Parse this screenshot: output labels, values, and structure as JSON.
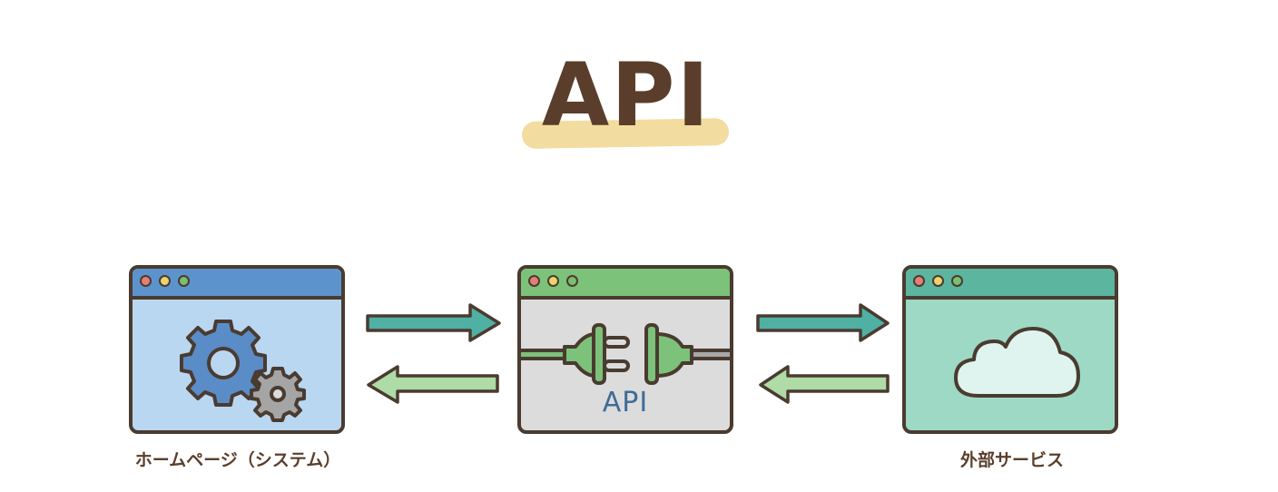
{
  "title": "API",
  "nodes": [
    {
      "id": "homepage",
      "caption": "ホームページ（システム）",
      "icon": "gears-icon",
      "colors": {
        "bar": "#5d93cc",
        "body": "#b9d7f0"
      }
    },
    {
      "id": "api",
      "caption": "",
      "inner_label": "API",
      "icon": "plug-icon",
      "colors": {
        "bar": "#7cc27a",
        "body": "#dcdcdc"
      }
    },
    {
      "id": "external",
      "caption": "外部サービス",
      "icon": "cloud-icon",
      "colors": {
        "bar": "#5bb59f",
        "body": "#9ed9c6"
      }
    }
  ],
  "edges": [
    {
      "from": "homepage",
      "to": "api",
      "direction": "right",
      "color": "#4fb0a3"
    },
    {
      "from": "api",
      "to": "homepage",
      "direction": "left",
      "color": "#aedba6"
    },
    {
      "from": "api",
      "to": "external",
      "direction": "right",
      "color": "#4fb0a3"
    },
    {
      "from": "external",
      "to": "api",
      "direction": "left",
      "color": "#aedba6"
    }
  ],
  "colors": {
    "title_text": "#5a3e2b",
    "title_highlight": "#f3dca0",
    "outline": "#4a3b30"
  }
}
